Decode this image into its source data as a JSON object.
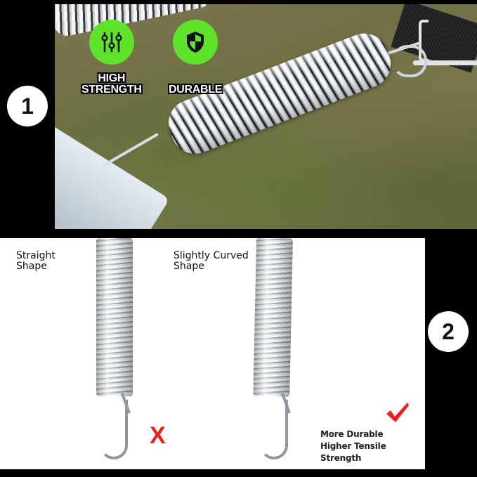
{
  "panel1": {
    "badge": "1",
    "features": [
      {
        "icon": "sliders-icon",
        "label_line1": "HIGH",
        "label_line2": "STRENGTH"
      },
      {
        "icon": "shield-icon",
        "label_line1": "",
        "label_line2": "DURABLE"
      }
    ],
    "colors": {
      "feature_circle": "#5fe22c"
    }
  },
  "panel2": {
    "badge": "2",
    "left": {
      "label_line1": "Straight",
      "label_line2": "Shape",
      "mark": "X",
      "mark_color": "#e8211b"
    },
    "right": {
      "label_line1": "Slightly Curved",
      "label_line2": "Shape",
      "mark": "check",
      "mark_color": "#e8211b",
      "benefits": [
        "More Durable",
        "Higher Tensile Strength"
      ]
    }
  }
}
